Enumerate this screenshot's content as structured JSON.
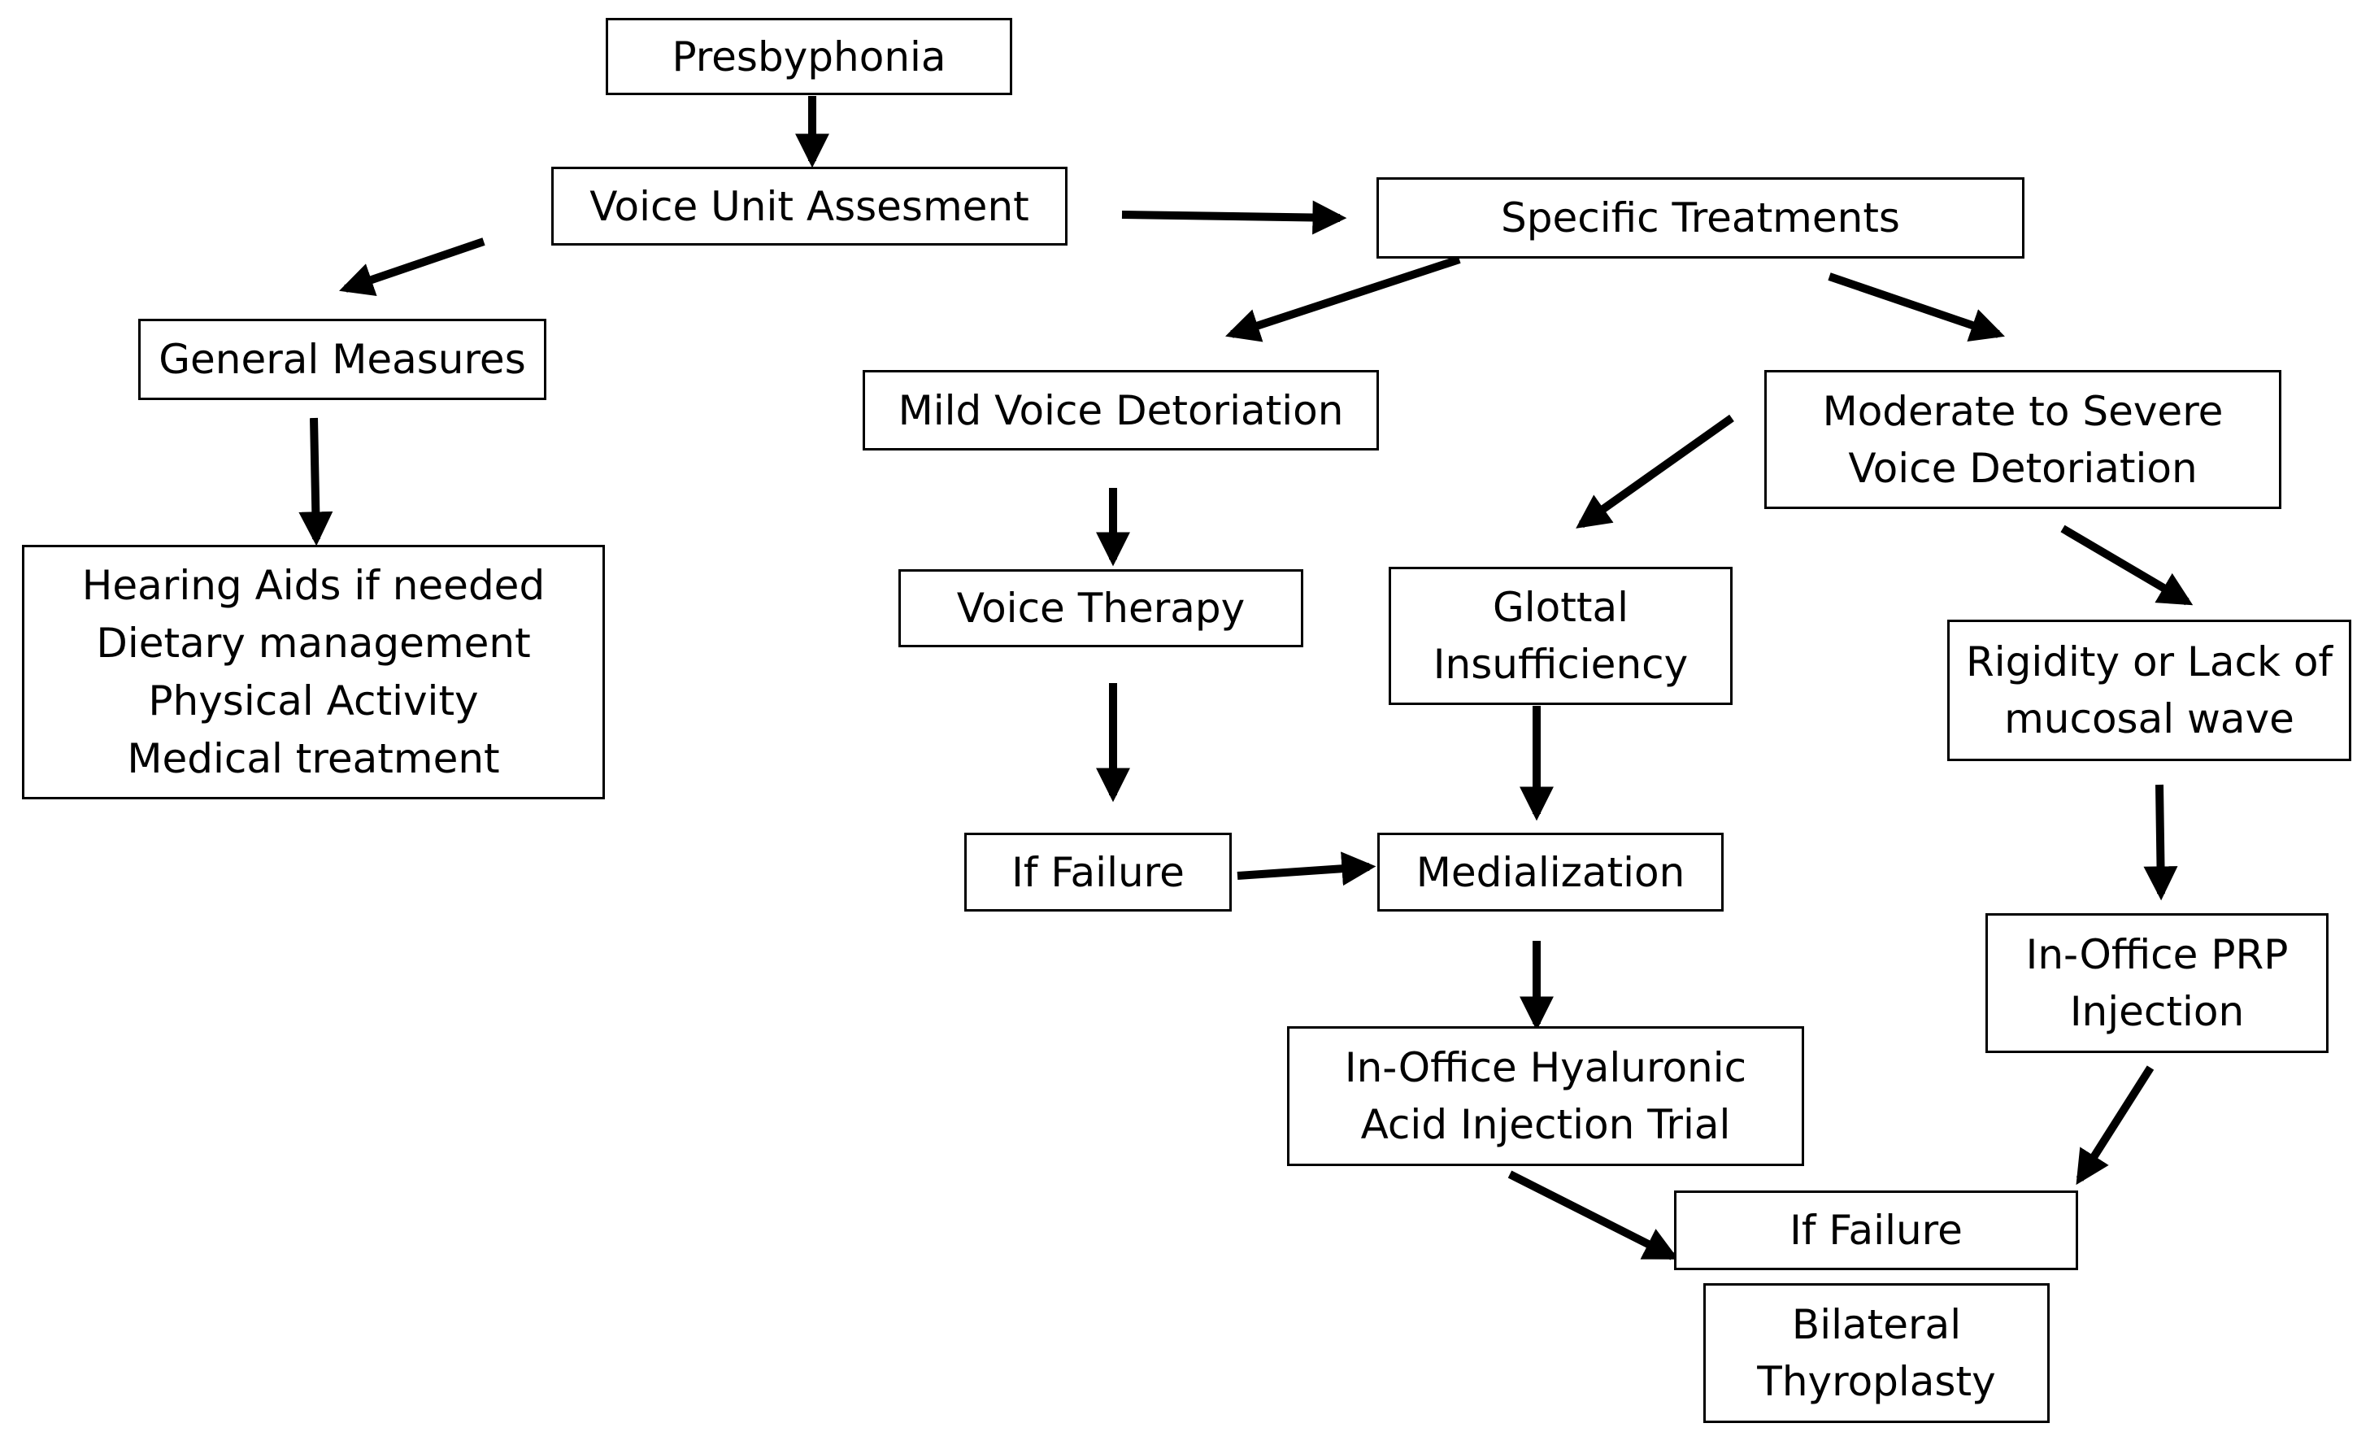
{
  "nodes": {
    "presbyphonia": [
      "Presbyphonia"
    ],
    "voice_unit": [
      "Voice Unit Assesment"
    ],
    "specific_treatments": [
      "Specific Treatments"
    ],
    "general_measures": [
      "General Measures"
    ],
    "general_list": [
      "Hearing Aids if needed",
      "Dietary management",
      "Physical Activity",
      "Medical treatment"
    ],
    "mild": [
      "Mild Voice Detoriation"
    ],
    "moderate": [
      "Moderate to Severe",
      "Voice Detoriation"
    ],
    "voice_therapy": [
      "Voice Therapy"
    ],
    "glottal": [
      "Glottal",
      "Insufficiency"
    ],
    "rigidity": [
      "Rigidity or Lack of",
      "mucosal wave"
    ],
    "if_failure_1": [
      "If Failure"
    ],
    "medialization": [
      "Medialization"
    ],
    "prp": [
      "In-Office PRP",
      "Injection"
    ],
    "hyaluronic": [
      "In-Office Hyaluronic",
      "Acid Injection Trial"
    ],
    "if_failure_2": [
      "If Failure"
    ],
    "thyroplasty": [
      "Bilateral",
      "Thyroplasty"
    ]
  },
  "colors": {
    "stroke": "#000000",
    "background": "#ffffff"
  }
}
